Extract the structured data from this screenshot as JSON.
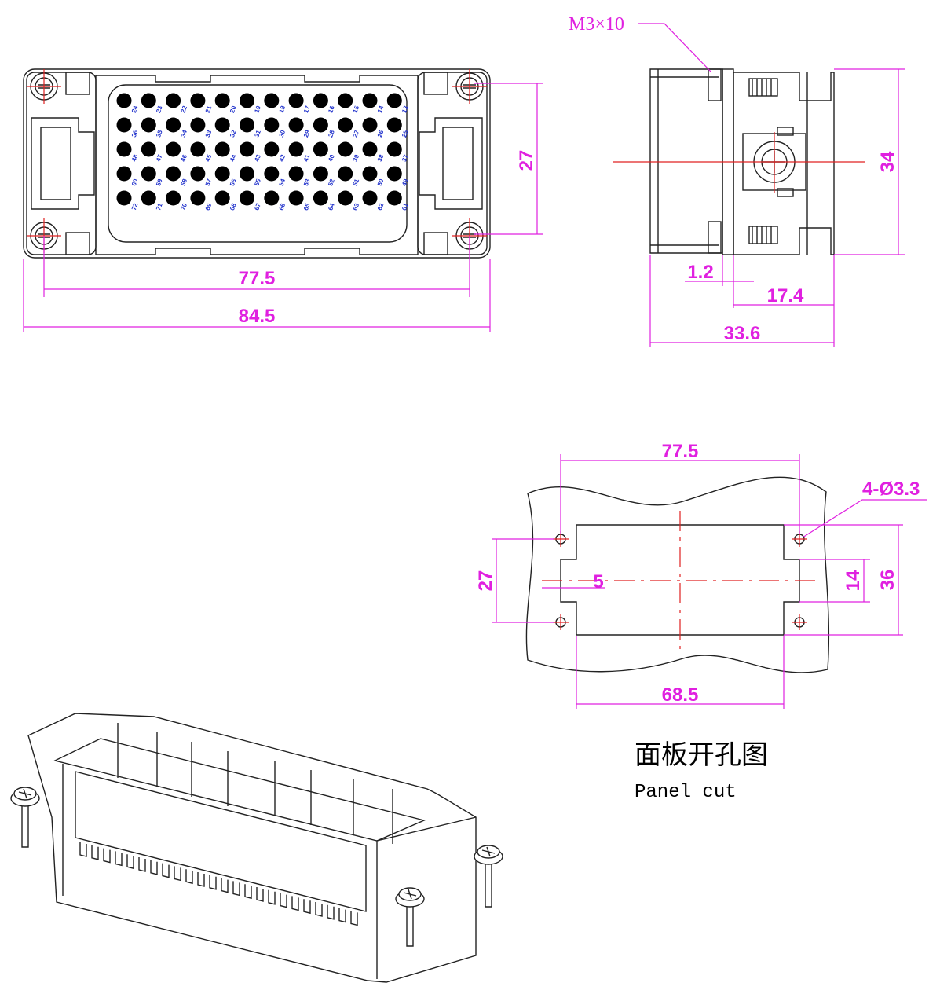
{
  "front_view": {
    "dim_inner_width": "77.5",
    "dim_outer_width": "84.5",
    "dim_height": "27",
    "pin_rows": [
      [
        "24",
        "23",
        "22",
        "21",
        "20",
        "19",
        "18",
        "17",
        "16",
        "15",
        "14",
        "13"
      ],
      [
        "36",
        "35",
        "34",
        "33",
        "32",
        "31",
        "30",
        "29",
        "28",
        "27",
        "26",
        "25"
      ],
      [
        "48",
        "47",
        "46",
        "45",
        "44",
        "43",
        "42",
        "41",
        "40",
        "39",
        "38",
        "37"
      ],
      [
        "60",
        "59",
        "58",
        "57",
        "56",
        "55",
        "54",
        "53",
        "52",
        "51",
        "50",
        "49"
      ],
      [
        "72",
        "71",
        "70",
        "69",
        "68",
        "67",
        "66",
        "65",
        "64",
        "63",
        "62",
        "61"
      ]
    ]
  },
  "side_view": {
    "screw_callout": "M3×10",
    "dim_height": "34",
    "dim_flange": "1.2",
    "dim_depth_rear": "17.4",
    "dim_depth_total": "33.6"
  },
  "panel_cut": {
    "dim_hole_spacing": "77.5",
    "dim_holes": "4-Ø3.3",
    "dim_vertical_holes": "27",
    "dim_notch": "5",
    "dim_notch_height": "14",
    "dim_total_height": "36",
    "dim_cut_width": "68.5",
    "caption_cn": "面板开孔图",
    "caption_en": "Panel cut"
  },
  "colors": {
    "dimension": "#e020e0",
    "centerline": "#e02020",
    "pin_label": "#2233cc",
    "outline": "#222222"
  }
}
